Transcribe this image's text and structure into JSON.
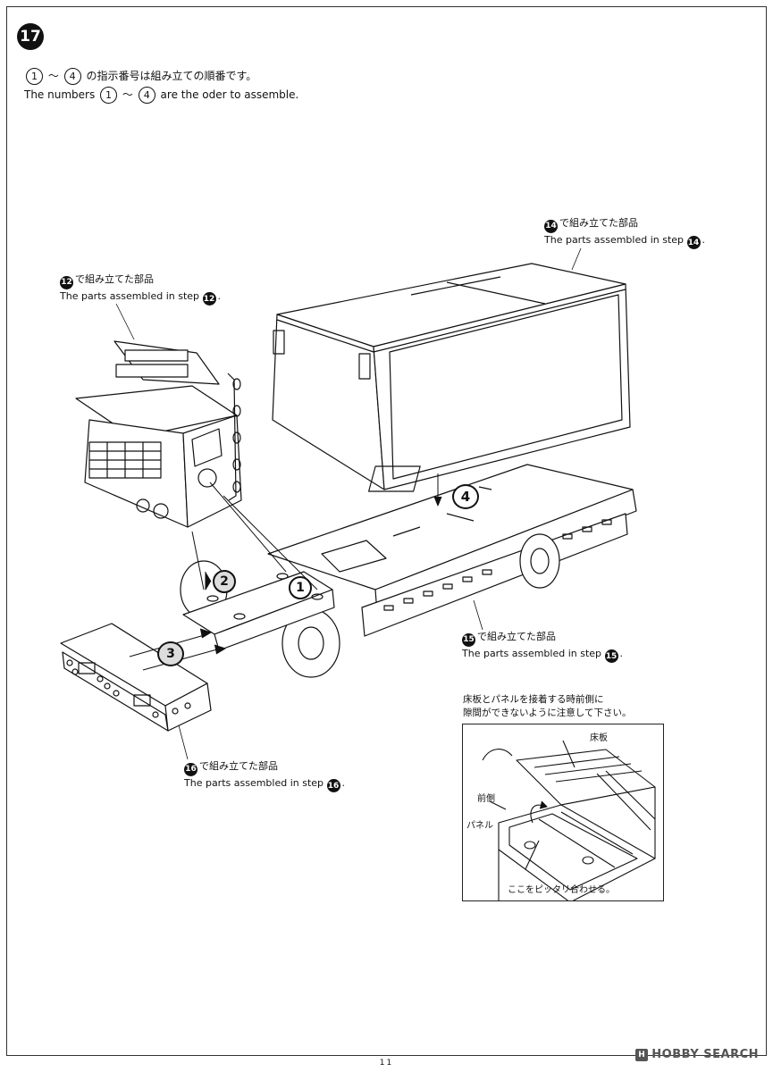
{
  "step": "17",
  "intro": {
    "jp_from": "1",
    "jp_range_sep": "〜",
    "jp_to": "4",
    "jp_text": "の指示番号は組み立ての順番です。",
    "en_prefix": "The numbers",
    "en_from": "1",
    "en_range_sep": "〜",
    "en_to": "4",
    "en_suffix": "are the oder to assemble."
  },
  "callouts": {
    "step14": {
      "num": "14",
      "jp": "で組み立てた部品",
      "en_prefix": "The parts assembled in step",
      "en_num": "14",
      "en_end": "."
    },
    "step12": {
      "num": "12",
      "jp": "で組み立てた部品",
      "en_prefix": "The parts assembled in step",
      "en_num": "12",
      "en_end": "."
    },
    "step15": {
      "num": "15",
      "jp": "で組み立てた部品",
      "en_prefix": "The parts assembled in step",
      "en_num": "15",
      "en_end": "."
    },
    "step16": {
      "num": "16",
      "jp": "で組み立てた部品",
      "en_prefix": "The parts assembled in step",
      "en_num": "16",
      "en_end": "."
    }
  },
  "order_marks": {
    "m1": "1",
    "m2": "2",
    "m3": "3",
    "m4": "4"
  },
  "note": {
    "line1": "床板とパネルを接着する時前側に",
    "line2": "隙間ができないように注意して下さい。"
  },
  "detail": {
    "floor": "床板",
    "front": "前側",
    "panel": "パネル",
    "fit": "ここをピッタリ合わせる。"
  },
  "footer": {
    "page_number": "11",
    "watermark": "HOBBY SEARCH",
    "watermark_logo": "H"
  }
}
